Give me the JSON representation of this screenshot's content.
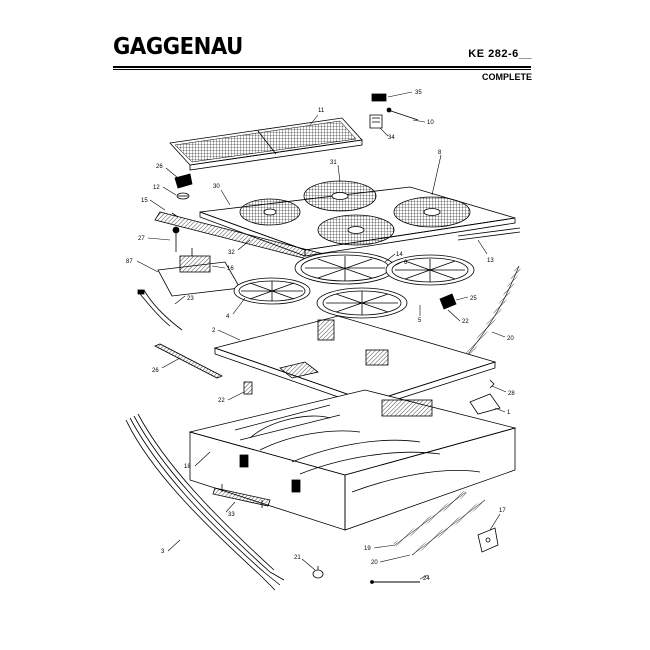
{
  "header": {
    "brand": "GAGGENAU",
    "model": "KE 282-6__",
    "status": "COMPLETE"
  },
  "callouts": [
    "35",
    "10",
    "34",
    "11",
    "26",
    "12",
    "30",
    "31",
    "8",
    "15",
    "27",
    "32",
    "87",
    "16",
    "14",
    "6",
    "13",
    "23",
    "4",
    "25",
    "22",
    "5",
    "20",
    "2",
    "26",
    "28",
    "22",
    "1",
    "18",
    "33",
    "17",
    "3",
    "19",
    "20",
    "21",
    "24"
  ]
}
